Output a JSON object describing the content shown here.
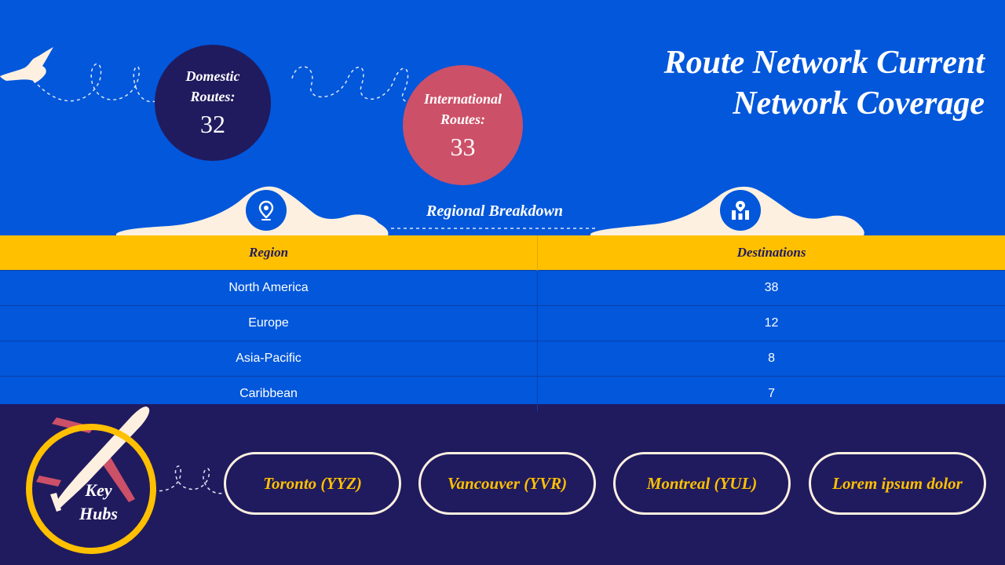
{
  "slide": {
    "title_line1": "Route Network Current",
    "title_line2": "Network Coverage",
    "domestic": {
      "label": "Domestic Routes:",
      "value": "32"
    },
    "international": {
      "label": "International Routes:",
      "value": "33"
    },
    "section_title": "Regional Breakdown",
    "table": {
      "headers": [
        "Region",
        "Destinations"
      ],
      "rows": [
        [
          "North America",
          "38"
        ],
        [
          "Europe",
          "12"
        ],
        [
          "Asia-Pacific",
          "8"
        ],
        [
          "Caribbean",
          "7"
        ]
      ]
    },
    "hubs_label_line1": "Key",
    "hubs_label_line2": "Hubs",
    "hubs": [
      "Toronto (YYZ)",
      "Vancouver (YVR)",
      "Montreal (YUL)",
      "Lorem ipsum dolor"
    ]
  },
  "colors": {
    "background_blue": "#0257DB",
    "navy": "#201B5E",
    "rose": "#CC5068",
    "gold": "#FFC000",
    "cream": "#FDF0E0"
  },
  "icons": [
    "bird-icon",
    "location-pin-icon",
    "map-icon",
    "airplane-icon"
  ]
}
